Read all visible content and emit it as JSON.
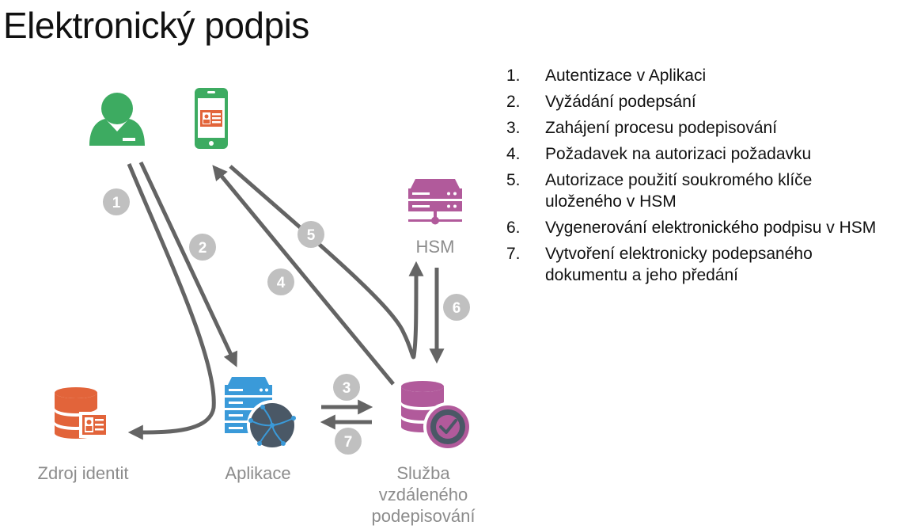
{
  "title": "Elektronický podpis",
  "nodes": {
    "identity_source": "Zdroj identit",
    "application": "Aplikace",
    "hsm": "HSM",
    "remote_signing_line1": "Služba",
    "remote_signing_line2": "vzdáleného",
    "remote_signing_line3": "podepisování"
  },
  "badges": [
    "1",
    "2",
    "3",
    "4",
    "5",
    "6",
    "7"
  ],
  "steps": [
    {
      "num": "1.",
      "line1": "Autentizace v Aplikaci",
      "line2": ""
    },
    {
      "num": "2.",
      "line1": "Vyžádání podepsání",
      "line2": ""
    },
    {
      "num": "3.",
      "line1": "Zahájení procesu podepisování",
      "line2": ""
    },
    {
      "num": "4.",
      "line1": "Požadavek na autorizaci požadavku",
      "line2": ""
    },
    {
      "num": "5.",
      "line1": "Autorizace použití soukromého klíče",
      "line2": "uloženého v HSM"
    },
    {
      "num": "6.",
      "line1": "Vygenerování elektronického podpisu v HSM",
      "line2": ""
    },
    {
      "num": "7.",
      "line1": "Vytvoření elektronicky podepsaného",
      "line2": "dokumentu a jeho předání"
    }
  ],
  "colors": {
    "user": "#3dab61",
    "identity": "#e2643a",
    "application": "#3a9ad9",
    "signing": "#b15a9b",
    "arrow": "#646464",
    "badge": "#c0c0c0",
    "label": "#8c8c8c"
  },
  "icons": {
    "user": "user-icon",
    "phone": "mobile-phone-icon",
    "hsm": "hsm-server-icon",
    "identity_source": "database-id-card-icon",
    "application": "server-globe-icon",
    "remote_signing": "database-checkmark-icon"
  }
}
